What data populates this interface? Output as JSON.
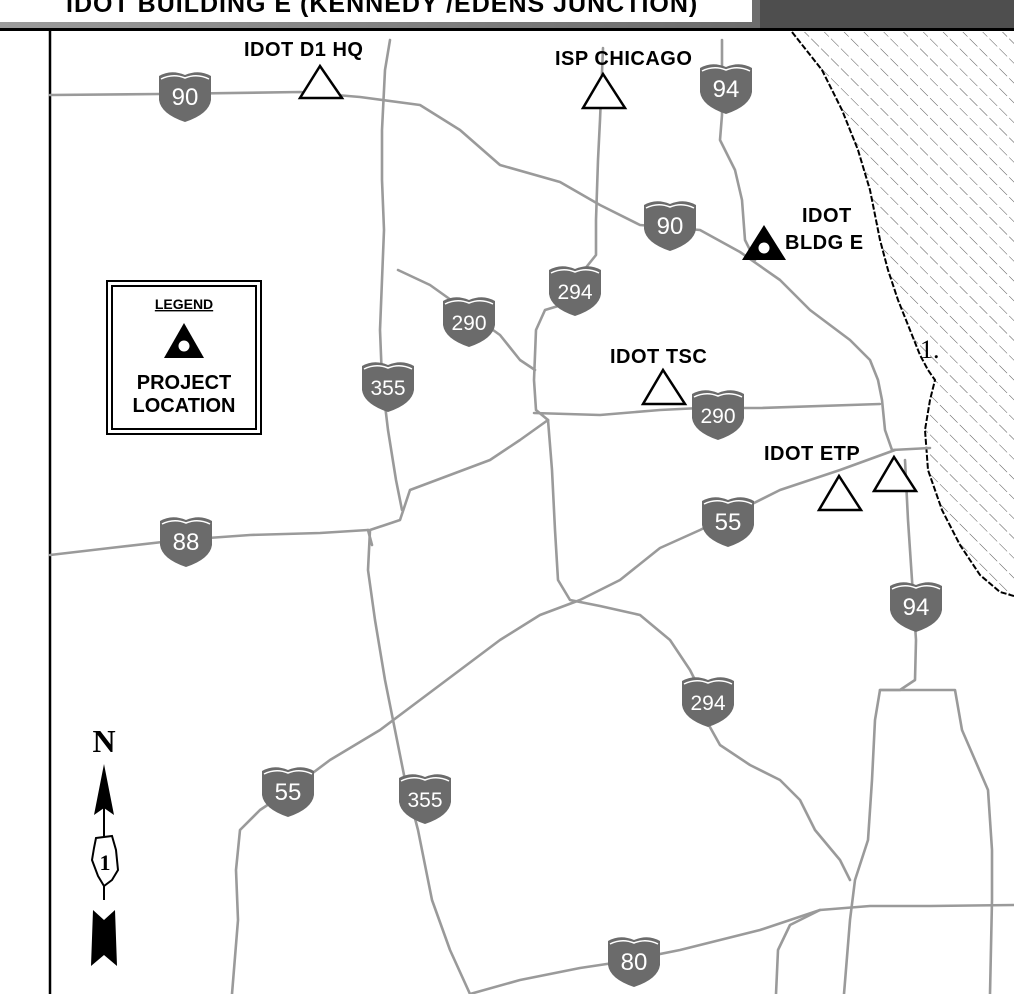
{
  "banner": {
    "title": "IDOT BUILDING E (KENNEDY /EDENS JUNCTION)"
  },
  "lake_label": "1.",
  "labels": {
    "idot_d1_hq": "IDOT D1 HQ",
    "isp_chicago": "ISP CHICAGO",
    "idot_bldg_e_line1": "IDOT",
    "idot_bldg_e_line2": "BLDG E",
    "idot_tsc": "IDOT TSC",
    "idot_etp": "IDOT ETP"
  },
  "legend": {
    "title": "LEGEND",
    "line1": "PROJECT",
    "line2": "LOCATION"
  },
  "north_arrow": {
    "letter": "N",
    "badge": "1"
  },
  "shields": {
    "i90_west": "90",
    "i94_north": "94",
    "i90_mid": "90",
    "i294_north": "294",
    "i290_west": "290",
    "i355_north": "355",
    "i290_east": "290",
    "i88": "88",
    "i55_east": "55",
    "i94_south": "94",
    "i294_south": "294",
    "i55_west": "55",
    "i355_south": "355",
    "i80": "80"
  },
  "colors": {
    "road": "#9a9a9a",
    "shield": "#6b6b6b",
    "lake_hatch": "#555555",
    "banner_bg": "#8c8c8c"
  }
}
